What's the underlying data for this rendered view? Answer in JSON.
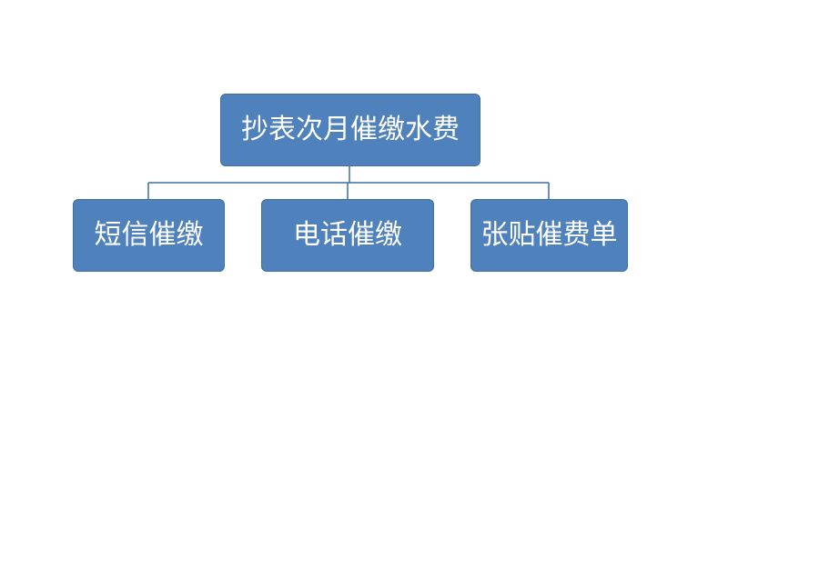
{
  "diagram": {
    "root": {
      "label": "抄表次月催缴水费"
    },
    "children": [
      {
        "label": "短信催缴"
      },
      {
        "label": "电话催缴"
      },
      {
        "label": "张贴催费单"
      }
    ]
  },
  "colors": {
    "node_fill": "#4f81bd",
    "node_text": "#ffffff",
    "connector": "#3f6f9f"
  }
}
